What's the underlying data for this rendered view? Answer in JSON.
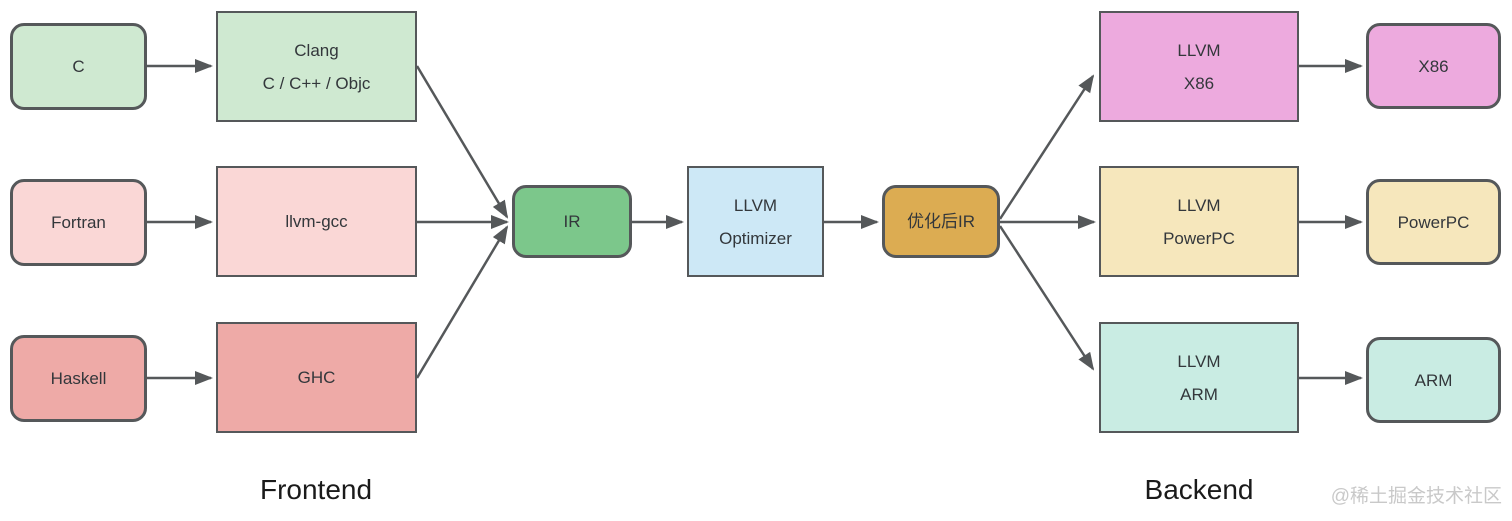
{
  "nodes": {
    "c": {
      "label": "C",
      "color": "#cfe9d1"
    },
    "clang": {
      "line1": "Clang",
      "line2": "C / C++ / Objc",
      "color": "#cfe9d1"
    },
    "fortran": {
      "label": "Fortran",
      "color": "#fad7d6"
    },
    "llvm_gcc": {
      "label": "llvm-gcc",
      "color": "#fad7d6"
    },
    "haskell": {
      "label": "Haskell",
      "color": "#eeaaa7"
    },
    "ghc": {
      "label": "GHC",
      "color": "#eeaaa7"
    },
    "ir": {
      "label": "IR",
      "color": "#7cc78b"
    },
    "llvm_optimizer": {
      "line1": "LLVM",
      "line2": "Optimizer",
      "color": "#cde8f6"
    },
    "optimized_ir": {
      "label": "优化后IR",
      "color": "#dcac52"
    },
    "llvm_x86": {
      "line1": "LLVM",
      "line2": "X86",
      "color": "#edaade"
    },
    "x86": {
      "label": "X86",
      "color": "#edaade"
    },
    "llvm_powerpc": {
      "line1": "LLVM",
      "line2": "PowerPC",
      "color": "#f6e7bc"
    },
    "powerpc": {
      "label": "PowerPC",
      "color": "#f6e7bc"
    },
    "llvm_arm": {
      "line1": "LLVM",
      "line2": "ARM",
      "color": "#c9ece3"
    },
    "arm": {
      "label": "ARM",
      "color": "#c9ece3"
    }
  },
  "section_labels": {
    "frontend": "Frontend",
    "backend": "Backend"
  },
  "watermark": "@稀土掘金技术社区",
  "theme": {
    "background": "#ffffff",
    "border_color": "#55585a",
    "arrow_color": "#55585a",
    "node_text_color": "#33373b",
    "section_label_color": "#1a1a1a",
    "watermark_color": "#c9c9c9"
  }
}
